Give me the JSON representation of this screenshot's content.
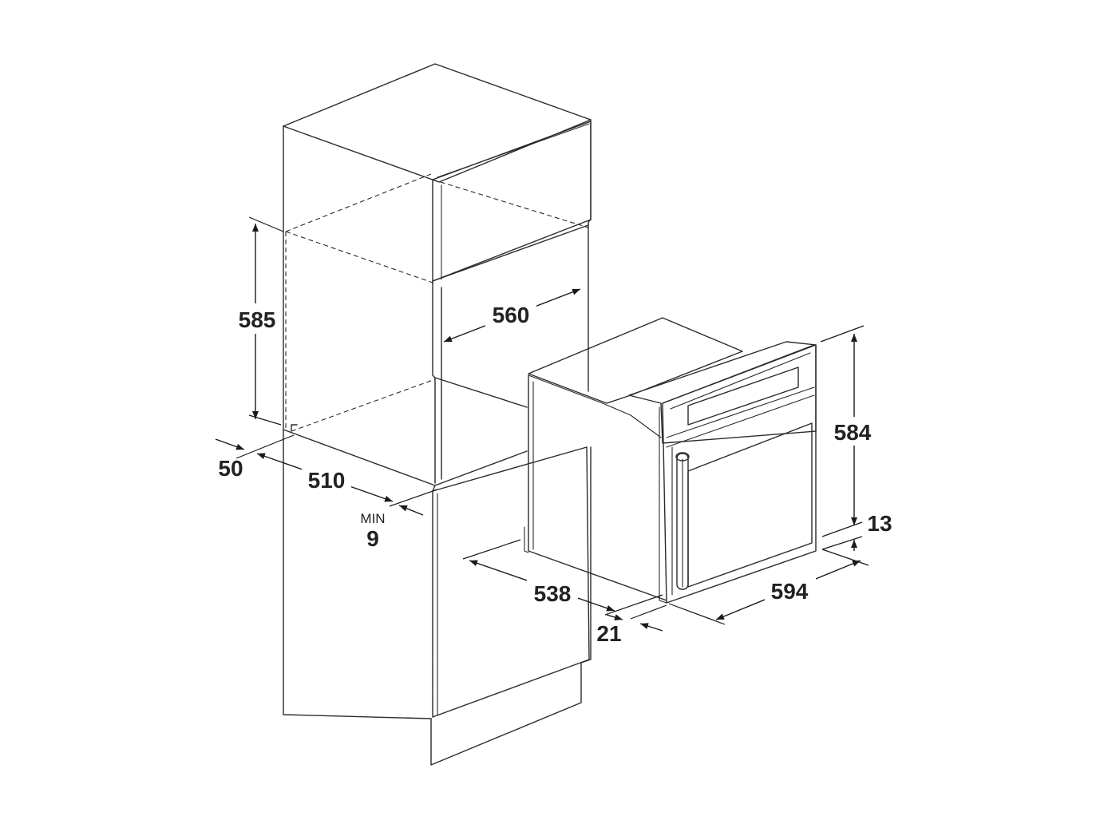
{
  "colors": {
    "line": "#2b2b2b",
    "text": "#222222",
    "background": "#ffffff"
  },
  "dimensions": {
    "niche_height": "585",
    "niche_width": "560",
    "rear_gap": "50",
    "niche_depth": "510",
    "min_label": "MIN",
    "min_gap": "9",
    "oven_height": "584",
    "oven_depth": "538",
    "front_panel_thickness": "21",
    "oven_width": "594",
    "bottom_gap": "13"
  }
}
